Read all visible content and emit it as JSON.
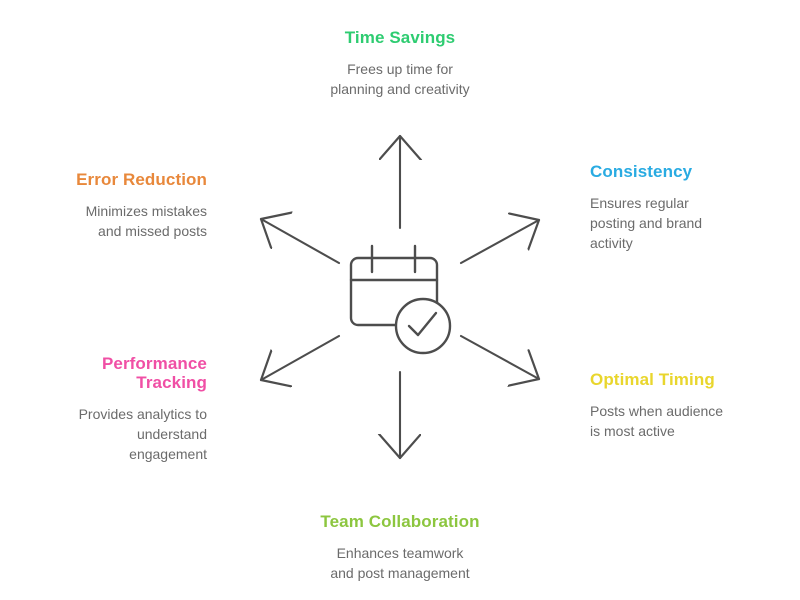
{
  "diagram": {
    "center": {
      "icon": "calendar-check-icon",
      "stroke_color": "#4d4d4d",
      "arrows": [
        "arrow-up",
        "arrow-upper-right",
        "arrow-upper-left",
        "arrow-lower-left",
        "arrow-lower-right",
        "arrow-down"
      ]
    },
    "nodes": {
      "time_savings": {
        "label": "Time Savings",
        "color": "#2ecc71",
        "description": "Frees up time for\nplanning and creativity"
      },
      "consistency": {
        "label": "Consistency",
        "color": "#29abe2",
        "description": "Ensures regular\nposting and brand\nactivity"
      },
      "error_reduction": {
        "label": "Error Reduction",
        "color": "#e8883b",
        "description": "Minimizes mistakes\nand missed posts"
      },
      "performance_tracking": {
        "label": "Performance\nTracking",
        "color": "#f04fa5",
        "description": "Provides analytics to\nunderstand\nengagement"
      },
      "optimal_timing": {
        "label": "Optimal Timing",
        "color": "#e9d62d",
        "description": "Posts when audience\nis most active"
      },
      "team_collaboration": {
        "label": "Team Collaboration",
        "color": "#8cc63f",
        "description": "Enhances teamwork\nand post management"
      }
    }
  }
}
